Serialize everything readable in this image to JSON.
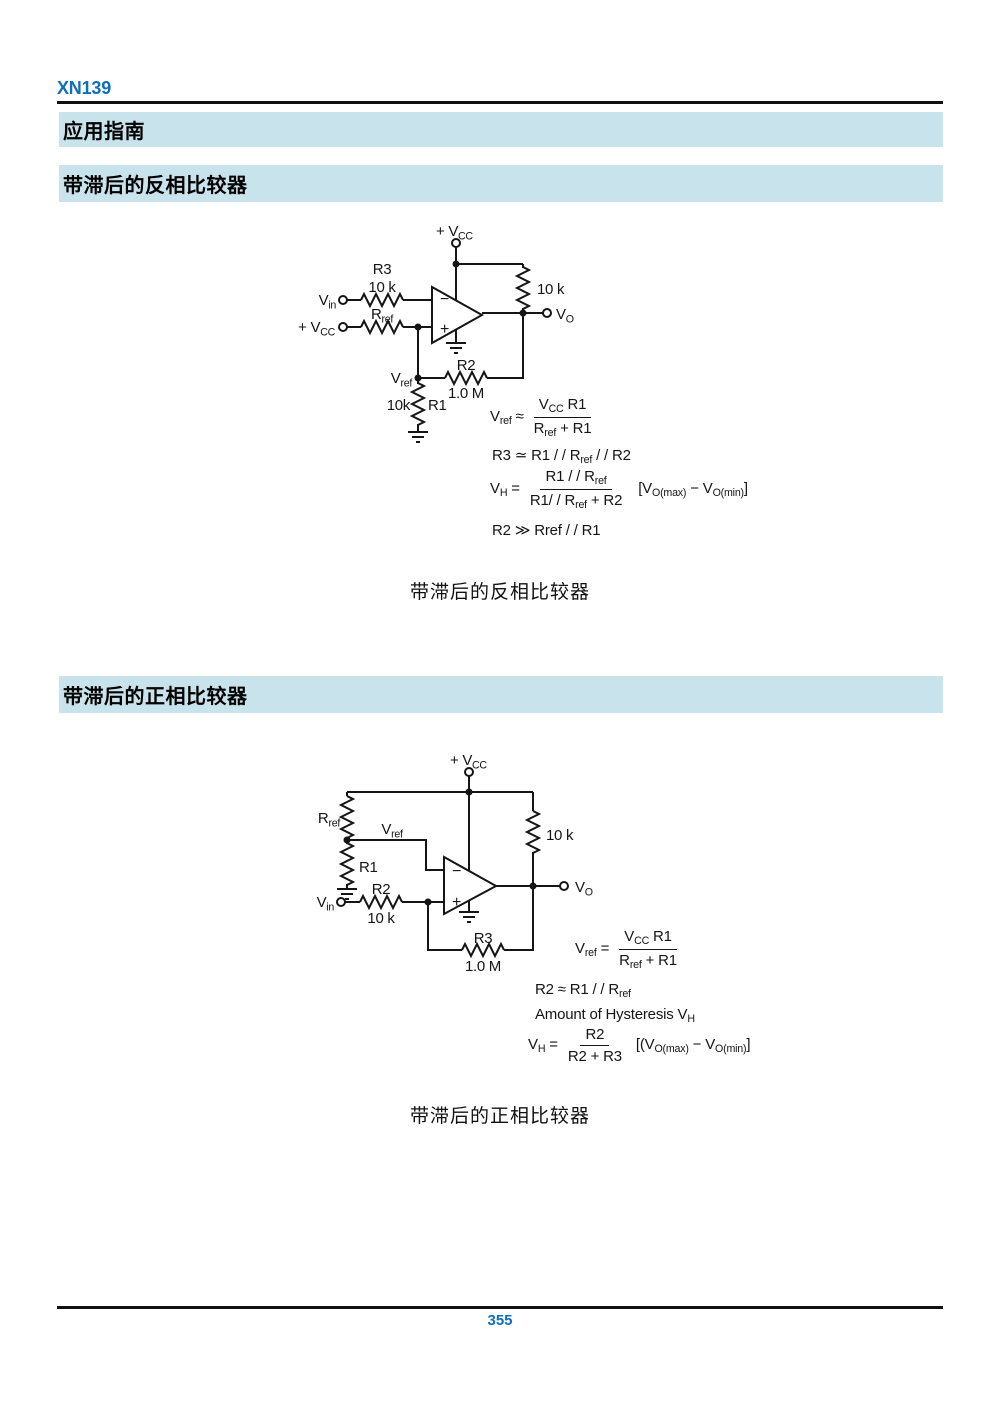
{
  "page": {
    "doc_id": "XN139",
    "page_number": "355"
  },
  "banners": {
    "app_guide": "应用指南",
    "section1": "带滞后的反相比较器",
    "section2": "带滞后的正相比较器"
  },
  "captions": {
    "fig1": "带滞后的反相比较器",
    "fig2": "带滞后的正相比较器"
  },
  "colors": {
    "accent_blue": "#0f6fb7",
    "banner_bg": "#c8e3ec",
    "line": "#151515"
  },
  "circuit1": {
    "labels": {
      "vcc_top": "+ V_{CC}",
      "vin": "V_{in}",
      "r3_name": "R3",
      "r3_value": "10 k",
      "rref_name": "R_{ref}",
      "vcc_left": "+ V_{CC}",
      "pullup_value": "10 k",
      "vo": "V_{O}",
      "inv_input": "−",
      "noninv_input": "+",
      "vref_node": "V_{ref}",
      "r1_value": "10k",
      "r1_name": "R1",
      "r2_name": "R2",
      "r2_value": "1.0 M"
    },
    "equations": {
      "eq1_lhs": "V_{ref} ≈",
      "eq1_num": "V_{CC} R1",
      "eq1_den": "R_{ref} + R1",
      "eq2": "R3 ≃ R1 / / R_{ref} / / R2",
      "eq3_lhs": "V_{H} =",
      "eq3_num": "R1 / / R_{ref}",
      "eq3_den": "R1/ / R_{ref} + R2",
      "eq3_rhs": "[V_{O(max)} − V_{O(min)}]",
      "eq4": "R2 ≫ Rref / / R1"
    }
  },
  "circuit2": {
    "labels": {
      "vcc_top": "+ V_{CC}",
      "rref_name": "R_{ref}",
      "vref_node": "V_{ref}",
      "r1_name": "R1",
      "vin": "V_{in}",
      "r2_name": "R2",
      "r2_value": "10 k",
      "inv_input": "−",
      "noninv_input": "+",
      "r3_name": "R3",
      "r3_value": "1.0 M",
      "pullup_value": "10 k",
      "vo": "V_{O}"
    },
    "equations": {
      "eq1_lhs": "V_{ref} =",
      "eq1_num": "V_{CC} R1",
      "eq1_den": "R_{ref} + R1",
      "eq2": "R2 ≈ R1 / / R_{ref}",
      "eq3": "Amount of Hysteresis V_{H}",
      "eq4_lhs": "V_{H} =",
      "eq4_num": "R2",
      "eq4_den": "R2 + R3",
      "eq4_rhs": "[(V_{O(max)} − V_{O(min)}]"
    }
  }
}
